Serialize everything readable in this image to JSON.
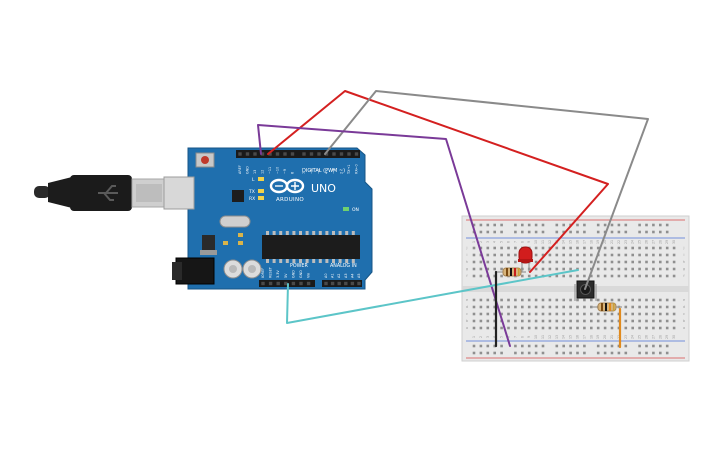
{
  "arduino": {
    "brand": "ARDUINO",
    "model": "UNO",
    "digital_header_label": "DIGITAL (PWM ~)",
    "power_label": "POWER",
    "analog_label": "ANALOG IN",
    "led_labels": {
      "l": "L",
      "tx": "TX",
      "rx": "RX",
      "on": "ON"
    },
    "digital_pins": [
      "AREF",
      "GND",
      "13",
      "12",
      "~11",
      "~10",
      "~9",
      "8",
      "7",
      "~6",
      "~5",
      "4",
      "~3",
      "2",
      "TX→1",
      "RX←0"
    ],
    "power_pins": [
      "IOREF",
      "RESET",
      "3.3V",
      "5V",
      "GND",
      "GND",
      "Vin"
    ],
    "analog_pins": [
      "A0",
      "A1",
      "A2",
      "A3",
      "A4",
      "A5"
    ]
  },
  "breadboard": {
    "row_letters": [
      "a",
      "b",
      "c",
      "d",
      "e",
      "f",
      "g",
      "h",
      "i",
      "j"
    ],
    "column_numbers": [
      "1",
      "2",
      "3",
      "4",
      "5",
      "6",
      "7",
      "8",
      "9",
      "10",
      "11",
      "12",
      "13",
      "14",
      "15",
      "16",
      "17",
      "18",
      "19",
      "20",
      "21",
      "22",
      "23",
      "24",
      "25",
      "26",
      "27",
      "28",
      "29",
      "30"
    ]
  },
  "colors": {
    "board": "#1f6fae",
    "breadboard": "#e9e9e9",
    "wire_red": "#d42020",
    "wire_gray": "#8a8a8a",
    "wire_purple": "#7a3a98",
    "wire_cyan": "#5cc5c8",
    "wire_black": "#222222",
    "wire_orange": "#e08a1e",
    "led": "#d21d1d"
  },
  "icons": {
    "usb": "usb-cable-icon",
    "logo": "arduino-infinity-logo-icon",
    "led": "red-led-icon",
    "button": "pushbutton-icon",
    "resistor": "resistor-icon"
  }
}
